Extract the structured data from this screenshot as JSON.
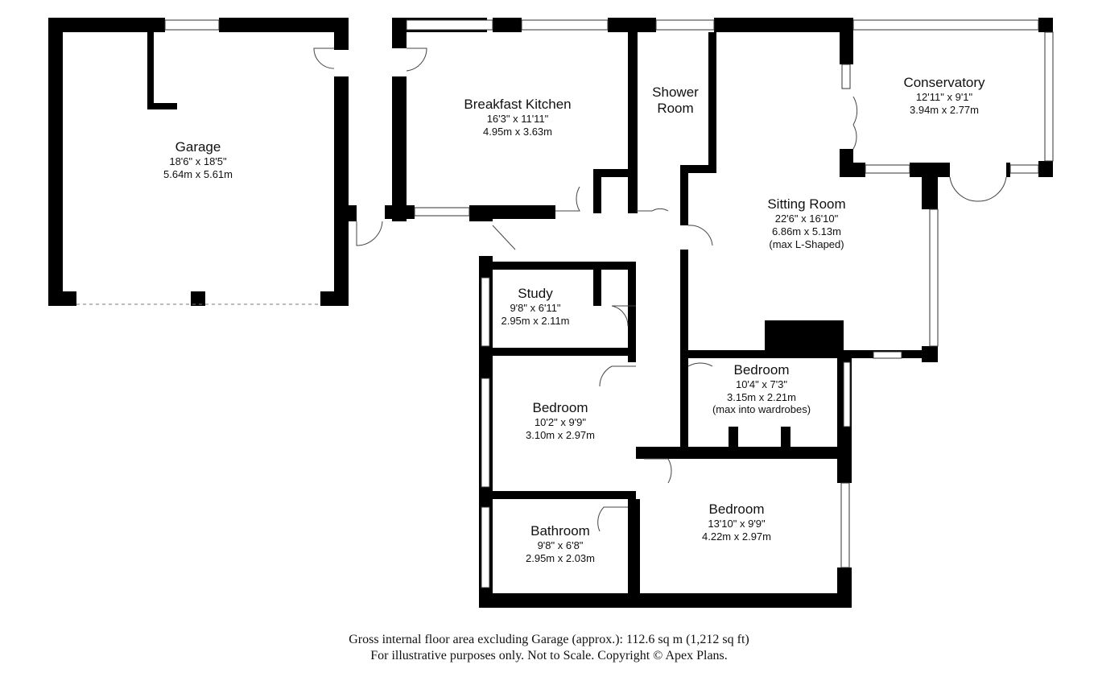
{
  "rooms": {
    "garage": {
      "name": "Garage",
      "imperial": "18'6\" x 18'5\"",
      "metric": "5.64m x 5.61m"
    },
    "kitchen": {
      "name": "Breakfast Kitchen",
      "imperial": "16'3\" x 11'11\"",
      "metric": "4.95m x 3.63m"
    },
    "shower": {
      "name_1": "Shower",
      "name_2": "Room"
    },
    "conservatory": {
      "name": "Conservatory",
      "imperial": "12'11\" x 9'1\"",
      "metric": "3.94m x 2.77m"
    },
    "sitting": {
      "name": "Sitting Room",
      "imperial": "22'6\" x 16'10\"",
      "metric": "6.86m x 5.13m",
      "note": "(max L-Shaped)"
    },
    "study": {
      "name": "Study",
      "imperial": "9'8\" x 6'11\"",
      "metric": "2.95m x 2.11m"
    },
    "bedroom_small": {
      "name": "Bedroom",
      "imperial": "10'4\" x 7'3\"",
      "metric": "3.15m x 2.21m",
      "note": "(max into wardrobes)"
    },
    "bedroom_left": {
      "name": "Bedroom",
      "imperial": "10'2\" x 9'9\"",
      "metric": "3.10m x 2.97m"
    },
    "bedroom_main": {
      "name": "Bedroom",
      "imperial": "13'10\" x 9'9\"",
      "metric": "4.22m x 2.97m"
    },
    "bathroom": {
      "name": "Bathroom",
      "imperial": "9'8\" x 6'8\"",
      "metric": "2.95m x 2.03m"
    }
  },
  "footer": {
    "line1": "Gross internal floor area excluding Garage (approx.): 112.6 sq m (1,212 sq ft)",
    "line2": "For illustrative purposes only. Not to Scale. Copyright © Apex Plans."
  }
}
